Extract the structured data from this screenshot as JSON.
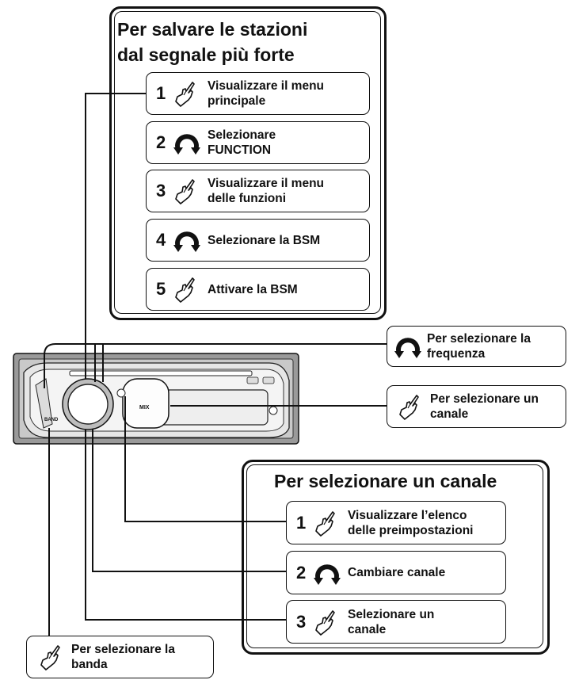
{
  "panel_top": {
    "title_line1": "Per salvare le stazioni",
    "title_line2": "dal segnale più forte",
    "steps": [
      {
        "num": "1",
        "icon": "hand-press-icon",
        "label": "Visualizzare il menu\nprincipale"
      },
      {
        "num": "2",
        "icon": "rotary-knob-icon",
        "label": "Selezionare\nFUNCTION"
      },
      {
        "num": "3",
        "icon": "hand-press-icon",
        "label": "Visualizzare il menu\ndelle funzioni"
      },
      {
        "num": "4",
        "icon": "rotary-knob-icon",
        "label": "Selezionare la BSM"
      },
      {
        "num": "5",
        "icon": "hand-press-icon",
        "label": "Attivare la BSM"
      }
    ]
  },
  "callouts": {
    "frequency": {
      "icon": "rotary-knob-icon",
      "label": "Per selezionare la\nfrequenza"
    },
    "channel": {
      "icon": "hand-press-icon",
      "label": "Per selezionare un\ncanale"
    },
    "band": {
      "icon": "hand-press-icon",
      "label": "Per selezionare la\nbanda"
    }
  },
  "panel_bottom": {
    "title": "Per selezionare un canale",
    "steps": [
      {
        "num": "1",
        "icon": "hand-press-icon",
        "label": "Visualizzare l’elenco\ndelle preimpostazioni"
      },
      {
        "num": "2",
        "icon": "rotary-knob-icon",
        "label": "Cambiare canale"
      },
      {
        "num": "3",
        "icon": "hand-press-icon",
        "label": "Selezionare un\ncanale"
      }
    ]
  },
  "device": {
    "button_band": "BAND",
    "button_mix": "MIX"
  }
}
